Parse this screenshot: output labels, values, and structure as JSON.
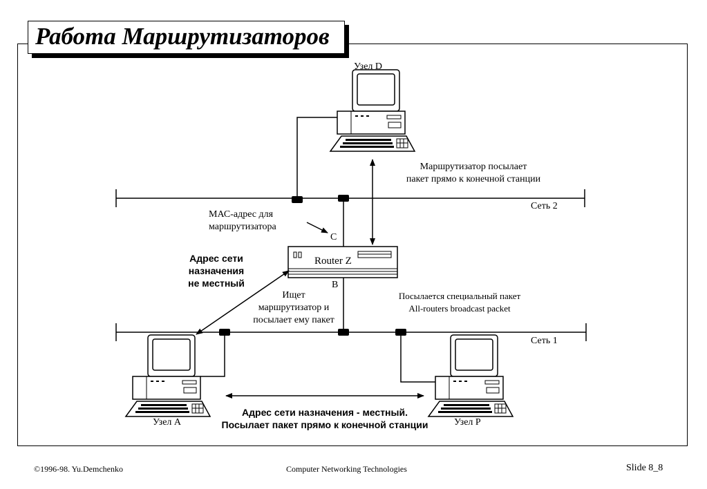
{
  "title": "Работа Маршрутизаторов",
  "nodes": {
    "node_d": "Узел D",
    "node_a": "Узел A",
    "node_p": "Узел P",
    "router": "Router Z"
  },
  "networks": {
    "net2": "Сеть 2",
    "net1": "Сеть 1"
  },
  "ports": {
    "c": "C",
    "b": "B"
  },
  "annotations": {
    "router_sends_line1": "Маршрутизатор посылает",
    "router_sends_line2": "пакет прямо к конечной станции",
    "mac_line1": "МАС-адрес для",
    "mac_line2": "маршрутизатора",
    "not_local_line1": "Адрес сети",
    "not_local_line2": "назначения",
    "not_local_line3": "не местный",
    "searches_line1": "Ищет",
    "searches_line2": "маршрутизатор и",
    "searches_line3": "посылает ему пакет",
    "special_line1": "Посылается специальный пакет",
    "special_line2": "All-routers broadcast packet",
    "local_line1": "Адрес сети назначения - местный.",
    "local_line2": "Посылает пакет прямо к конечной станции"
  },
  "footer": {
    "copyright": "©1996-98. Yu.Demchenko",
    "course": "Computer Networking Technologies",
    "slide": "Slide 8_8"
  }
}
